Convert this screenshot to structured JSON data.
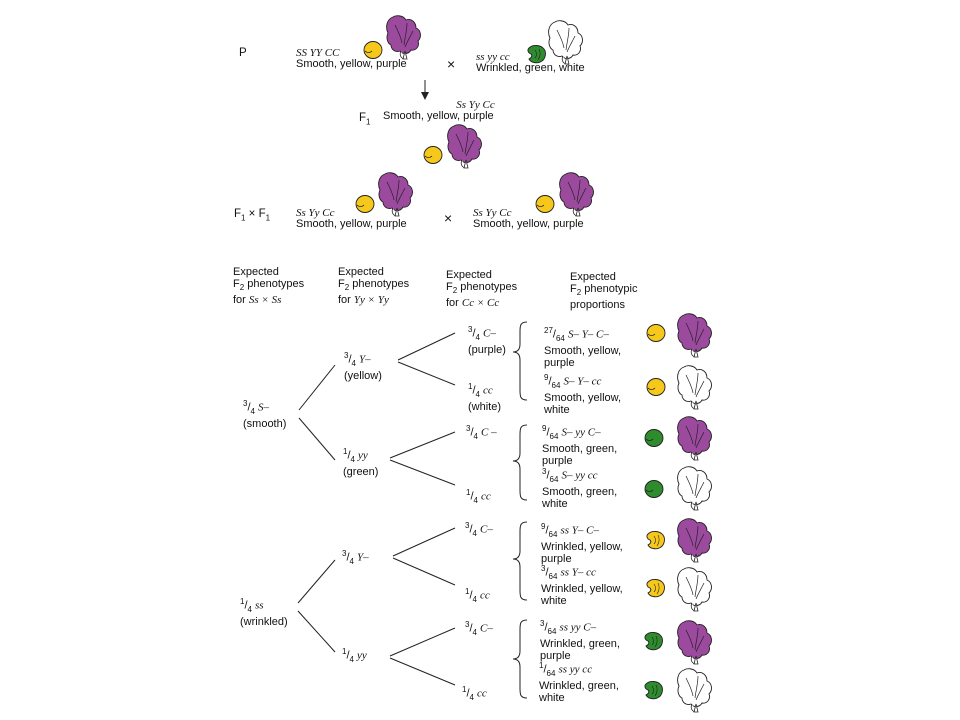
{
  "parents": {
    "gen_label": "P",
    "left": {
      "genotype": "SS YY CC",
      "phenotype": "Smooth, yellow, purple"
    },
    "cross": "×",
    "right": {
      "genotype": "ss yy cc",
      "phenotype": "Wrinkled, green, white"
    }
  },
  "f1": {
    "gen_label": "F",
    "gen_sub": "1",
    "genotype": "Ss Yy Cc",
    "phenotype": "Smooth, yellow, purple"
  },
  "f1cross": {
    "label_a": "F",
    "label_sub1": "1",
    "label_x": " × F",
    "label_sub2": "1",
    "left": {
      "genotype": "Ss Yy Cc",
      "phenotype": "Smooth, yellow, purple"
    },
    "cross": "×",
    "right": {
      "genotype": "Ss Yy Cc",
      "phenotype": "Smooth, yellow, purple"
    }
  },
  "headers": {
    "col1": {
      "l1": "Expected",
      "l2a": "F",
      "l2sub": "2",
      "l2b": " phenotypes",
      "l3a": "for ",
      "l3g": "Ss × Ss"
    },
    "col2": {
      "l1": "Expected",
      "l2a": "F",
      "l2sub": "2",
      "l2b": " phenotypes",
      "l3a": "for ",
      "l3g": "Yy × Yy"
    },
    "col3": {
      "l1": "Expected",
      "l2a": "F",
      "l2sub": "2",
      "l2b": " phenotypes",
      "l3a": "for ",
      "l3g": "Cc × Cc"
    },
    "col4": {
      "l1": "Expected",
      "l2a": "F",
      "l2sub": "2",
      "l2b": " phenotypic",
      "l3a": "proportions",
      "l3g": ""
    }
  },
  "tree": {
    "s_smooth": {
      "num": "3",
      "den": "4",
      "g": "S–",
      "ph": "(smooth)"
    },
    "s_wrinkled": {
      "num": "1",
      "den": "4",
      "g": "ss",
      "ph": "(wrinkled)"
    },
    "y1": {
      "num": "3",
      "den": "4",
      "g": "Y–",
      "ph": "(yellow)"
    },
    "y2": {
      "num": "1",
      "den": "4",
      "g": "yy",
      "ph": "(green)"
    },
    "y3": {
      "num": "3",
      "den": "4",
      "g": "Y–",
      "ph": ""
    },
    "y4": {
      "num": "1",
      "den": "4",
      "g": "yy",
      "ph": ""
    },
    "c1": {
      "num": "3",
      "den": "4",
      "g": "C–",
      "ph": "(purple)"
    },
    "c2": {
      "num": "1",
      "den": "4",
      "g": "cc",
      "ph": "(white)"
    },
    "c3": {
      "num": "3",
      "den": "4",
      "g": "C –",
      "ph": ""
    },
    "c4": {
      "num": "1",
      "den": "4",
      "g": "cc",
      "ph": ""
    },
    "c5": {
      "num": "3",
      "den": "4",
      "g": "C–",
      "ph": ""
    },
    "c6": {
      "num": "1",
      "den": "4",
      "g": "cc",
      "ph": ""
    },
    "c7": {
      "num": "3",
      "den": "4",
      "g": "C–",
      "ph": ""
    },
    "c8": {
      "num": "1",
      "den": "4",
      "g": "cc",
      "ph": ""
    }
  },
  "results": [
    {
      "num": "27",
      "den": "64",
      "g": "S– Y– C–",
      "l1": "Smooth, yellow,",
      "l2": "purple"
    },
    {
      "num": "9",
      "den": "64",
      "g": "S– Y– cc",
      "l1": "Smooth, yellow,",
      "l2": "white"
    },
    {
      "num": "9",
      "den": "64",
      "g": "S– yy C–",
      "l1": "Smooth, green,",
      "l2": "purple"
    },
    {
      "num": "3",
      "den": "64",
      "g": "S– yy cc",
      "l1": "Smooth, green,",
      "l2": "white"
    },
    {
      "num": "9",
      "den": "64",
      "g": "ss Y– C–",
      "l1": "Wrinkled, yellow,",
      "l2": "purple"
    },
    {
      "num": "3",
      "den": "64",
      "g": "ss Y– cc",
      "l1": "Wrinkled, yellow,",
      "l2": "white"
    },
    {
      "num": "3",
      "den": "64",
      "g": "ss yy C–",
      "l1": "Wrinkled, green,",
      "l2": "purple"
    },
    {
      "num": "1",
      "den": "64",
      "g": "ss yy cc",
      "l1": "Wrinkled, green,",
      "l2": "white"
    }
  ],
  "colors": {
    "yellow_pea": "#f6c81c",
    "green_pea": "#2e8b2e",
    "purple_flower": "#9b4a9e",
    "white_flower": "#ffffff",
    "line": "#222222"
  }
}
